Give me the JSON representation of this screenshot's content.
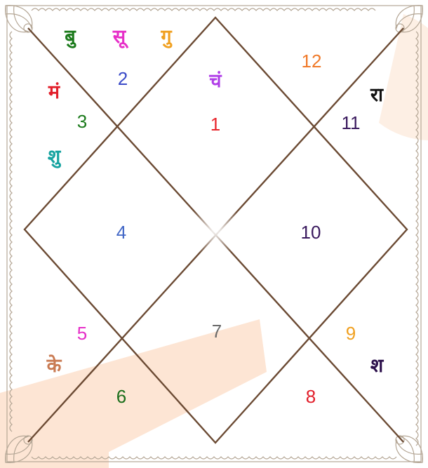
{
  "chart": {
    "houses": [
      {
        "number": "1",
        "color": "#e8252c"
      },
      {
        "number": "2",
        "color": "#3b4bc8"
      },
      {
        "number": "3",
        "color": "#1b7a1b"
      },
      {
        "number": "4",
        "color": "#4267c6"
      },
      {
        "number": "5",
        "color": "#e62fc8"
      },
      {
        "number": "6",
        "color": "#1b6e1b"
      },
      {
        "number": "7",
        "color": "#6b6b6b"
      },
      {
        "number": "8",
        "color": "#e21e2a"
      },
      {
        "number": "9",
        "color": "#f0a020"
      },
      {
        "number": "10",
        "color": "#3a1a5e"
      },
      {
        "number": "11",
        "color": "#3a1a5e"
      },
      {
        "number": "12",
        "color": "#f07a2a"
      }
    ],
    "planets": [
      {
        "label": "बु",
        "color": "#1b7a1b"
      },
      {
        "label": "सू",
        "color": "#e62fc8"
      },
      {
        "label": "गु",
        "color": "#f0a020"
      },
      {
        "label": "मं",
        "color": "#e21e2a"
      },
      {
        "label": "शु",
        "color": "#16a3a0"
      },
      {
        "label": "चं",
        "color": "#b03ee8"
      },
      {
        "label": "रा",
        "color": "#111111"
      },
      {
        "label": "के",
        "color": "#c97a52"
      },
      {
        "label": "श",
        "color": "#2a0e4a"
      }
    ],
    "line_color": "#6b4a33",
    "border_color": "#b5a796",
    "watermark_color": "#fde7d9"
  }
}
